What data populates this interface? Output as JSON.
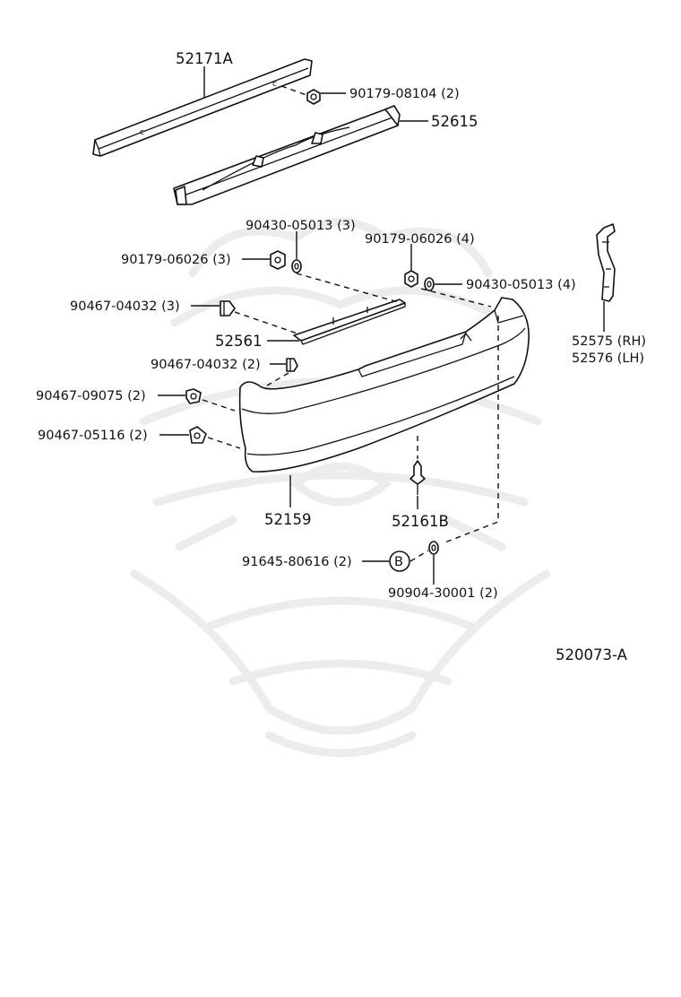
{
  "diagram_ref": "520073-A",
  "parts": {
    "reinforcement": "52171A",
    "absorber": "52615",
    "bumper_cover": "52159",
    "retainer": "52561",
    "bracket": [
      "52575 (RH)",
      "52576 (LH)"
    ],
    "clip_b": "52161B"
  },
  "fasteners": {
    "nut_08104": "90179-08104 (2)",
    "washer_05013_3": "90430-05013 (3)",
    "nut_06026_3": "90179-06026 (3)",
    "nut_06026_4": "90179-06026 (4)",
    "washer_05013_4": "90430-05013 (4)",
    "clip_04032_3": "90467-04032 (3)",
    "clip_04032_2": "90467-04032 (2)",
    "clip_09075": "90467-09075 (2)",
    "clip_05116": "90467-05116 (2)",
    "screw_80616": "91645-80616 (2)",
    "grommet_30001": "90904-30001 (2)"
  },
  "callout_b": "B"
}
